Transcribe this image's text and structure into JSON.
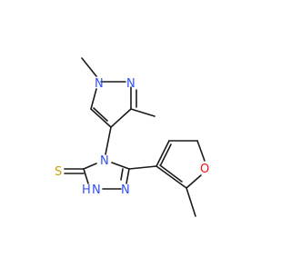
{
  "molecule": {
    "colors": {
      "bond": "#1a1a1a",
      "nitrogen": "#3050f8",
      "oxygen": "#ff0d0d",
      "sulfur": "#c8a000",
      "background": "#ffffff"
    },
    "labels": {
      "pyrazole_n1": "N",
      "pyrazole_n2": "N",
      "triazole_n4": "N",
      "triazole_n1h": "N",
      "triazole_h": "H",
      "triazole_n2": "N",
      "thione_s": "S",
      "furan_o": "O"
    }
  }
}
